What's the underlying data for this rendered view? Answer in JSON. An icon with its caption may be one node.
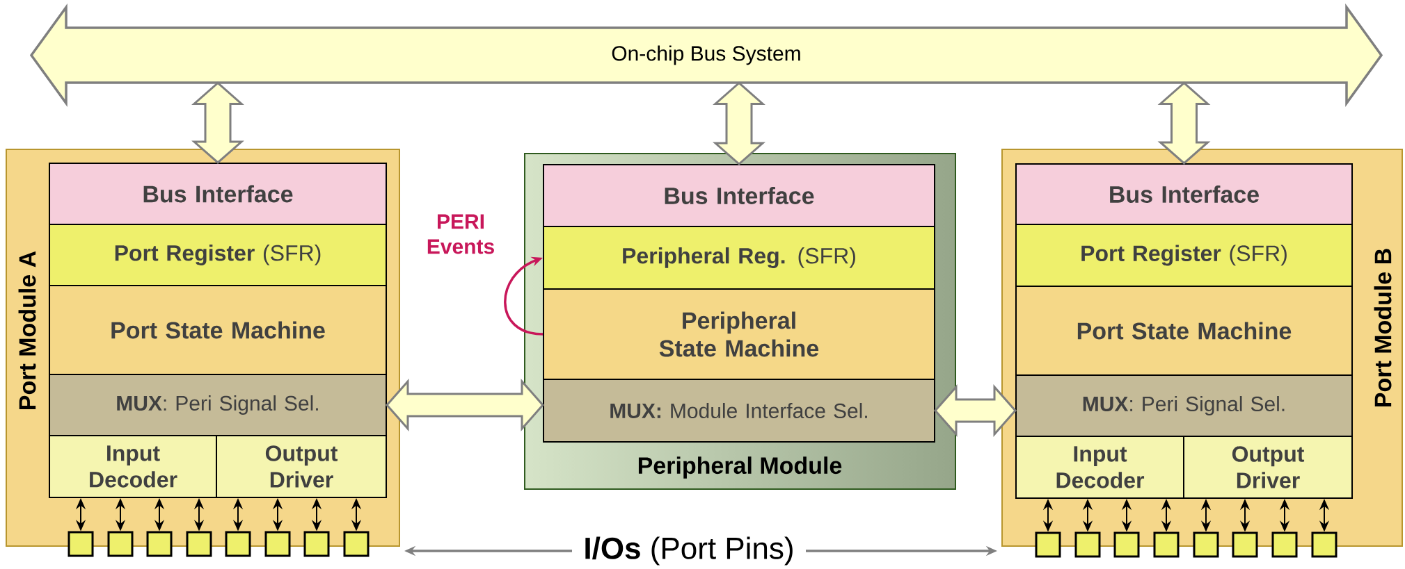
{
  "diagram": {
    "nodes": [
      {
        "text": [
          "On-chip Bus System"
        ]
      },
      {
        "text": [
          "Port Module A"
        ]
      },
      {
        "text": [
          "Bus Interface"
        ],
        "in": 1
      },
      {
        "text": [
          "**Port Register** (SFR)"
        ],
        "in": 1
      },
      {
        "text": [
          "Port State Machine"
        ],
        "in": 1
      },
      {
        "text": [
          "**MUX**: Peri Signal Sel."
        ],
        "in": 1
      },
      {
        "text": [
          "Input Decoder"
        ],
        "in": 1
      },
      {
        "text": [
          "Output Driver"
        ],
        "in": 1
      },
      {
        "text": [],
        "shape": "box",
        "in": 1
      },
      {
        "text": [],
        "shape": "box",
        "in": 1
      },
      {
        "text": [],
        "shape": "box",
        "in": 1
      },
      {
        "text": [],
        "shape": "box",
        "in": 1
      },
      {
        "text": [],
        "shape": "box",
        "in": 1
      },
      {
        "text": [],
        "shape": "box",
        "in": 1
      },
      {
        "text": [],
        "shape": "box",
        "in": 1
      },
      {
        "text": [],
        "shape": "box",
        "in": 1
      },
      {
        "text": [
          "Peripheral Module"
        ]
      },
      {
        "text": [
          "Bus Interface"
        ],
        "in": 16
      },
      {
        "text": [
          "**Peripheral Reg.** (SFR)"
        ],
        "in": 16
      },
      {
        "text": [
          "Peripheral State Machine"
        ],
        "in": 16
      },
      {
        "text": [
          "**MUX:** Module Interface Sel."
        ],
        "in": 16
      },
      {
        "text": [
          "Port Module B"
        ]
      },
      {
        "text": [
          "Bus Interface"
        ],
        "in": 21
      },
      {
        "text": [
          "**Port Register** (SFR)"
        ],
        "in": 21
      },
      {
        "text": [
          "Port State Machine"
        ],
        "in": 21
      },
      {
        "text": [
          "**MUX**: Peri Signal Sel."
        ],
        "in": 21
      },
      {
        "text": [
          "Input Decoder"
        ],
        "in": 21
      },
      {
        "text": [
          "Output Driver"
        ],
        "in": 21
      },
      {
        "text": [],
        "shape": "box",
        "in": 21
      },
      {
        "text": [],
        "shape": "box",
        "in": 21
      },
      {
        "text": [],
        "shape": "box",
        "in": 21
      },
      {
        "text": [],
        "shape": "box",
        "in": 21
      },
      {
        "text": [],
        "shape": "box",
        "in": 21
      },
      {
        "text": [],
        "shape": "box",
        "in": 21
      },
      {
        "text": [],
        "shape": "box",
        "in": 21
      },
      {
        "text": [],
        "shape": "box",
        "in": 21
      },
      {
        "text": [
          "**I/Os** (Port Pins)"
        ]
      }
    ],
    "edges": [
      {
        "from": 0,
        "to": 2,
        "arrow": "both",
        "style": "thick",
        "color": "#7f7f7f"
      },
      {
        "from": 0,
        "to": 17,
        "arrow": "both",
        "style": "thick",
        "color": "#7f7f7f"
      },
      {
        "from": 0,
        "to": 22,
        "arrow": "both",
        "style": "thick",
        "color": "#7f7f7f"
      },
      {
        "from": 5,
        "to": 20,
        "arrow": "both",
        "style": "thick",
        "color": "#7f7f7f"
      },
      {
        "from": 20,
        "to": 25,
        "arrow": "both",
        "style": "thick",
        "color": "#7f7f7f"
      },
      {
        "from": 19,
        "to": 18,
        "arrow": "to",
        "label": "PERI Events",
        "color": "#c8175a"
      },
      {
        "from": 6,
        "to": 8,
        "arrow": "both"
      },
      {
        "from": 6,
        "to": 9,
        "arrow": "both"
      },
      {
        "from": 6,
        "to": 10,
        "arrow": "both"
      },
      {
        "from": 6,
        "to": 11,
        "arrow": "both"
      },
      {
        "from": 7,
        "to": 12,
        "arrow": "both"
      },
      {
        "from": 7,
        "to": 13,
        "arrow": "both"
      },
      {
        "from": 7,
        "to": 14,
        "arrow": "both"
      },
      {
        "from": 7,
        "to": 15,
        "arrow": "both"
      },
      {
        "from": 26,
        "to": 28,
        "arrow": "both"
      },
      {
        "from": 26,
        "to": 29,
        "arrow": "both"
      },
      {
        "from": 26,
        "to": 30,
        "arrow": "both"
      },
      {
        "from": 26,
        "to": 31,
        "arrow": "both"
      },
      {
        "from": 27,
        "to": 32,
        "arrow": "both"
      },
      {
        "from": 27,
        "to": 33,
        "arrow": "both"
      },
      {
        "from": 27,
        "to": 34,
        "arrow": "both"
      },
      {
        "from": 27,
        "to": 35,
        "arrow": "both"
      },
      {
        "from": 36,
        "to": 1,
        "arrow": "to",
        "color": "#7f7f7f"
      },
      {
        "from": 36,
        "to": 21,
        "arrow": "to",
        "color": "#7f7f7f"
      }
    ]
  }
}
